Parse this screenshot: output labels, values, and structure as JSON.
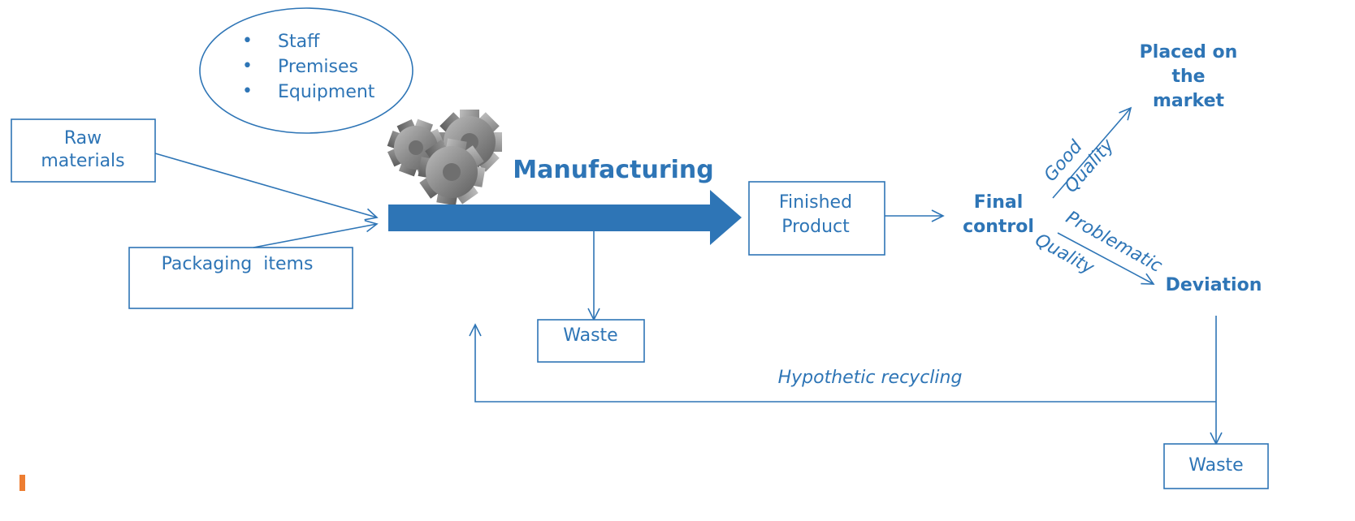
{
  "resources": {
    "items": [
      "Staff",
      "Premises",
      "Equipment"
    ],
    "bullet": "•"
  },
  "inputs": {
    "raw_materials_line1": "Raw",
    "raw_materials_line2": "materials",
    "packaging": "Packaging  items"
  },
  "process": {
    "title": "Manufacturing",
    "gear_icon": "gears-icon"
  },
  "output": {
    "finished_line1": "Finished",
    "finished_line2": "Product",
    "waste_main": "Waste"
  },
  "control": {
    "line1": "Final",
    "line2": "control",
    "good_line1": "Good",
    "good_line2": "Quality",
    "problem_line1": "Problematic",
    "problem_line2": "Quality"
  },
  "outcomes": {
    "market_line1": "Placed on",
    "market_line2": "the",
    "market_line3": "market",
    "deviation": "Deviation",
    "waste_final": "Waste",
    "recycling": "Hypothetic recycling"
  },
  "colors": {
    "primary": "#2e75b6",
    "arrow_fill": "#2e75b6",
    "gear_gray": "#8c8c8c",
    "accent_orange": "#ed7d31",
    "background": "#ffffff"
  }
}
